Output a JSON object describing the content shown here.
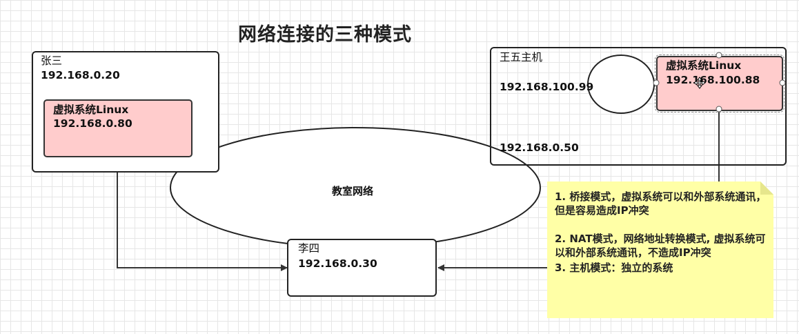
{
  "title": "网络连接的三种模式",
  "zhangsan": {
    "name": "张三",
    "ip": "192.168.0.20",
    "vm_name": "虚拟系统Linux",
    "vm_ip": "192.168.0.80"
  },
  "network": {
    "label": "教室网络"
  },
  "lisi": {
    "name": "李四",
    "ip": "192.168.0.30"
  },
  "wangwu": {
    "name": "王五主机",
    "ip_inner": "192.168.100.99",
    "ip_outer": "192.168.0.50",
    "vm_name": "虚拟系统Linux",
    "vm_ip": "192.168.100.88"
  },
  "notes": [
    "1. 桥接模式，虚拟系统可以和外部系统通讯，但是容易造成IP冲突",
    "2. NAT模式，网络地址转换模式, 虚拟系统可以和外部系统通讯，不造成IP冲突",
    "3. 主机模式：独立的系统"
  ],
  "colors": {
    "vm_fill": "#ffcccc",
    "note_fill": "#ffffa6",
    "line": "#333333"
  }
}
